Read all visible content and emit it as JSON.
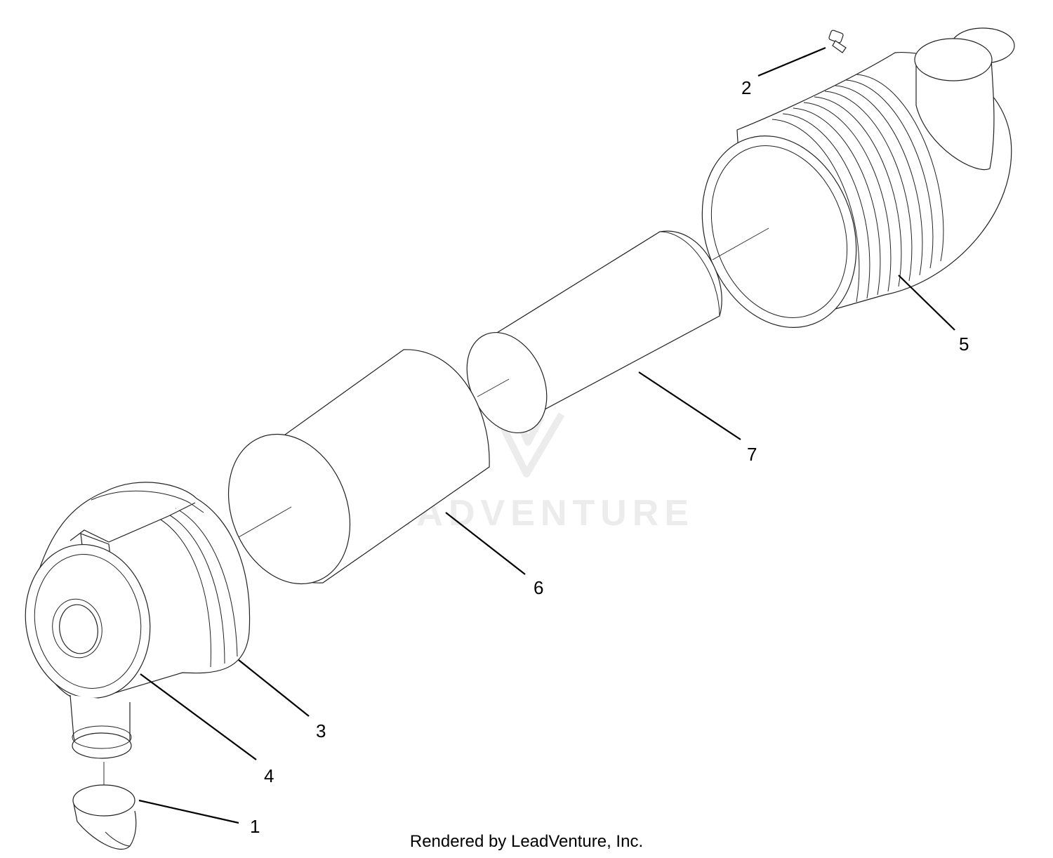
{
  "callouts": [
    {
      "id": "1",
      "label": "1"
    },
    {
      "id": "2",
      "label": "2"
    },
    {
      "id": "3",
      "label": "3"
    },
    {
      "id": "4",
      "label": "4"
    },
    {
      "id": "5",
      "label": "5"
    },
    {
      "id": "6",
      "label": "6"
    },
    {
      "id": "7",
      "label": "7"
    }
  ],
  "watermark": {
    "text": "LEADVENTURE"
  },
  "footer": {
    "credit": "Rendered by LeadVenture, Inc."
  },
  "colors": {
    "line": "#222222",
    "watermark": "#ececec",
    "background": "#ffffff"
  }
}
